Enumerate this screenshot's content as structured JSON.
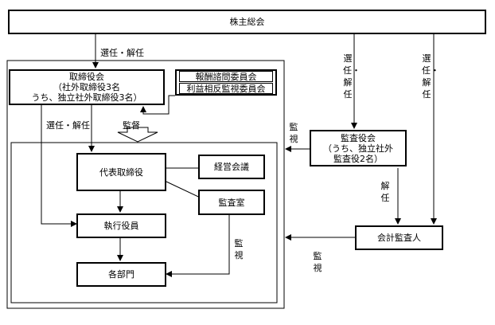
{
  "nodes": {
    "shareholders": "株主総会",
    "board": {
      "line1": "取締役会",
      "line2": "（社外取締役3名",
      "line3": "うち、独立社外取締役3名）"
    },
    "compensation": "報酬諮問委員会",
    "conflict": "利益相反監視委員会",
    "kansayaku": {
      "line1": "監査役会",
      "line2": "（うち、独立社外",
      "line3": "監査役2名）"
    },
    "ceo": "代表取締役",
    "mgmt_meeting": "経営会議",
    "audit_office": "監査室",
    "officers": "執行役員",
    "departments": "各部門",
    "auditor": "会計監査人"
  },
  "labels": {
    "elect_dismiss": "選任・解任",
    "elect_dismiss_v": "選任・解任",
    "elect_dismiss_board": "選任・解任",
    "supervise": "監督",
    "monitor": "監視",
    "dismiss": "解任"
  }
}
